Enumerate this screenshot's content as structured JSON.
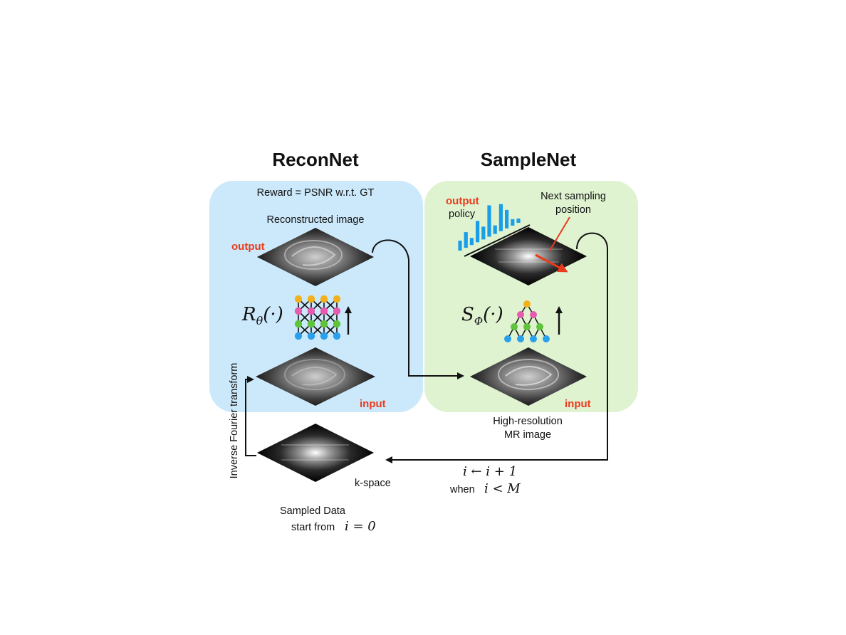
{
  "titles": {
    "left": "ReconNet",
    "right": "SampleNet"
  },
  "recon": {
    "reward": "Reward = PSNR w.r.t. GT",
    "reconstructed": "Reconstructed image",
    "output": "output",
    "input": "input",
    "func_main": "R",
    "func_sub": "θ",
    "func_arg": "(·)"
  },
  "sample": {
    "output": "output",
    "policy": "policy",
    "next_line1": "Next sampling",
    "next_line2": "position",
    "input": "input",
    "func_main": "S",
    "func_sub": "Φ",
    "func_arg": "(·)",
    "hr_line1": "High-resolution",
    "hr_line2": "MR image"
  },
  "bottom": {
    "inverse_fourier": "Inverse Fourier transform",
    "kspace": "k-space",
    "sampled": "Sampled Data",
    "start_from": "start from",
    "start_expr": "i = 0",
    "update_expr": "i ← i + 1",
    "when": "when",
    "when_expr": "i < M"
  },
  "colors": {
    "recon_bg": "#cce9fb",
    "sample_bg": "#dff3d1",
    "accent_red": "#ea3a1c",
    "policy_blue": "#1a9ee8",
    "node_orange": "#f2b01b",
    "node_pink": "#e65ab0",
    "node_green": "#5ec43a",
    "node_blue": "#2aa0ec"
  }
}
